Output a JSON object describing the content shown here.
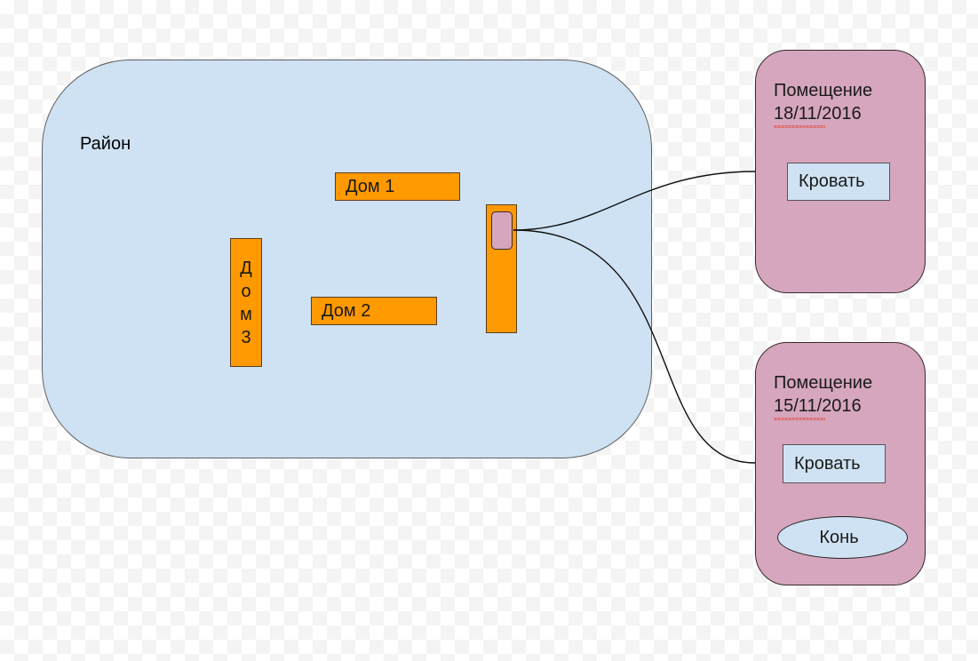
{
  "diagram": {
    "district": {
      "label": "Район",
      "fill": "#cfe2f3"
    },
    "houses": [
      {
        "label": "Дом 1"
      },
      {
        "label": "Дом 2"
      },
      {
        "label_letters": [
          "Д",
          "о",
          "м",
          "3"
        ]
      },
      {
        "label": ""
      }
    ],
    "house_fill": "#ff9900",
    "room_fill": "#d5a6bd",
    "rooms": [
      {
        "title": "Помещение",
        "date": "18/11/2016",
        "items": [
          {
            "type": "rect",
            "label": "Кровать"
          }
        ]
      },
      {
        "title": "Помещение",
        "date": "15/11/2016",
        "items": [
          {
            "type": "rect",
            "label": "Кровать"
          },
          {
            "type": "ellipse",
            "label": "Конь"
          }
        ]
      }
    ],
    "connectors": [
      {
        "from": "room-mini-in-house-4",
        "to": "room-1"
      },
      {
        "from": "room-mini-in-house-4",
        "to": "room-2"
      }
    ]
  }
}
